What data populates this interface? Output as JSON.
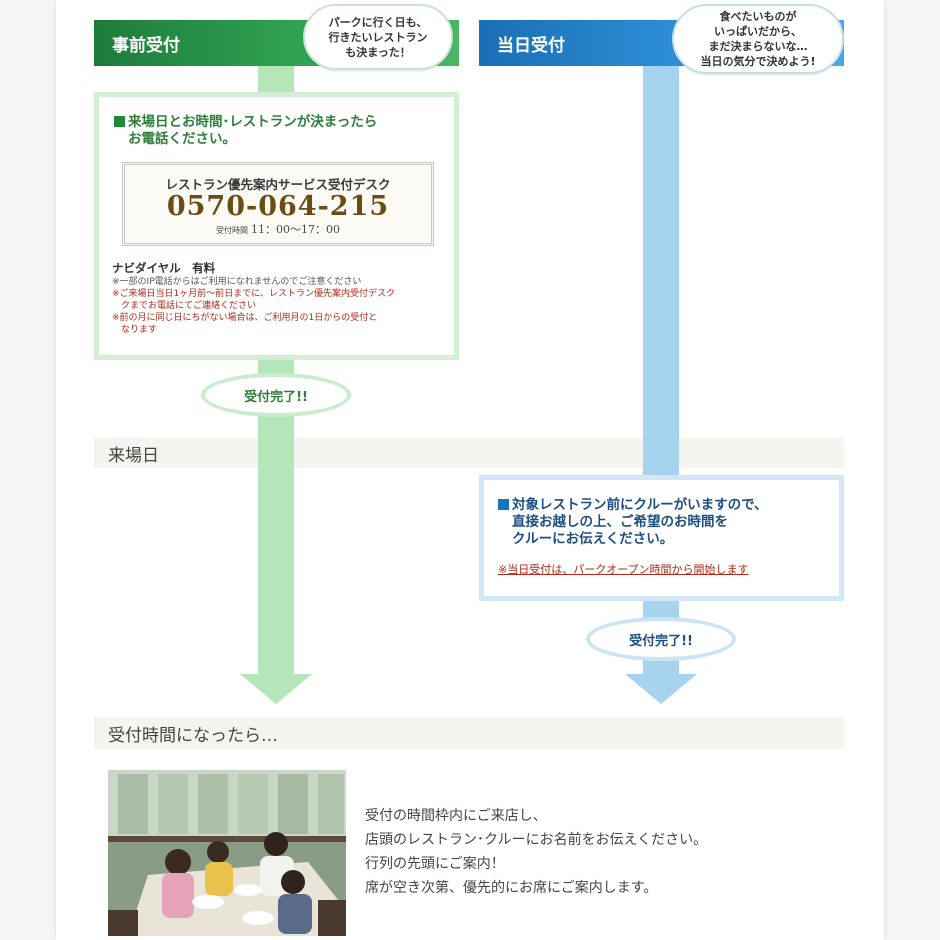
{
  "advance": {
    "header": "事前受付",
    "cloud": [
      "パークに行く日も、",
      "行きたいレストラン",
      "も決まった！"
    ],
    "lead": [
      "来場日とお時間･レストランが決まったら",
      "お電話ください。"
    ],
    "desk": {
      "title": "レストラン優先案内サービス受付デスク",
      "phone": "0570-064-215",
      "hours_label": "受付時間",
      "hours": "11：00〜17：00"
    },
    "navi": "ナビダイヤル　有料",
    "notes": [
      "※一部のIP電話からはご利用になれませんのでご注意ください",
      "※ご来場日当日1ヶ月前〜前日までに、レストラン優先案内受付デスク",
      "クまでお電話にてご連絡ください",
      "※前の月に同じ日にちがない場合は、ご利用月の1日からの受付と",
      "なります"
    ],
    "done": "受付完了!!"
  },
  "sameday": {
    "header": "当日受付",
    "cloud": [
      "食べたいものが",
      "いっぱいだから、",
      "まだ決まらないな…",
      "当日の気分で決めよう!"
    ],
    "lead": [
      "対象レストラン前にクルーがいますので、",
      "直接お越しの上、ご希望のお時間を",
      "クルーにお伝えください。"
    ],
    "note": "※当日受付は、パークオープン時間から開始します",
    "done": "受付完了!!"
  },
  "visit_day": {
    "label": "来場日"
  },
  "reception_time": {
    "label": "受付時間になったら…",
    "lines": [
      "受付の時間枠内にご来店し、",
      "店頭のレストラン･クルーにお名前をお伝えください。",
      "行列の先頭にご案内！",
      "席が空き次第、優先的にお席にご案内します。"
    ]
  },
  "colors": {
    "green": "#2fa251",
    "blue": "#2d8fd6",
    "light_green": "#b4e6b9",
    "light_blue": "#a6d3ee"
  }
}
